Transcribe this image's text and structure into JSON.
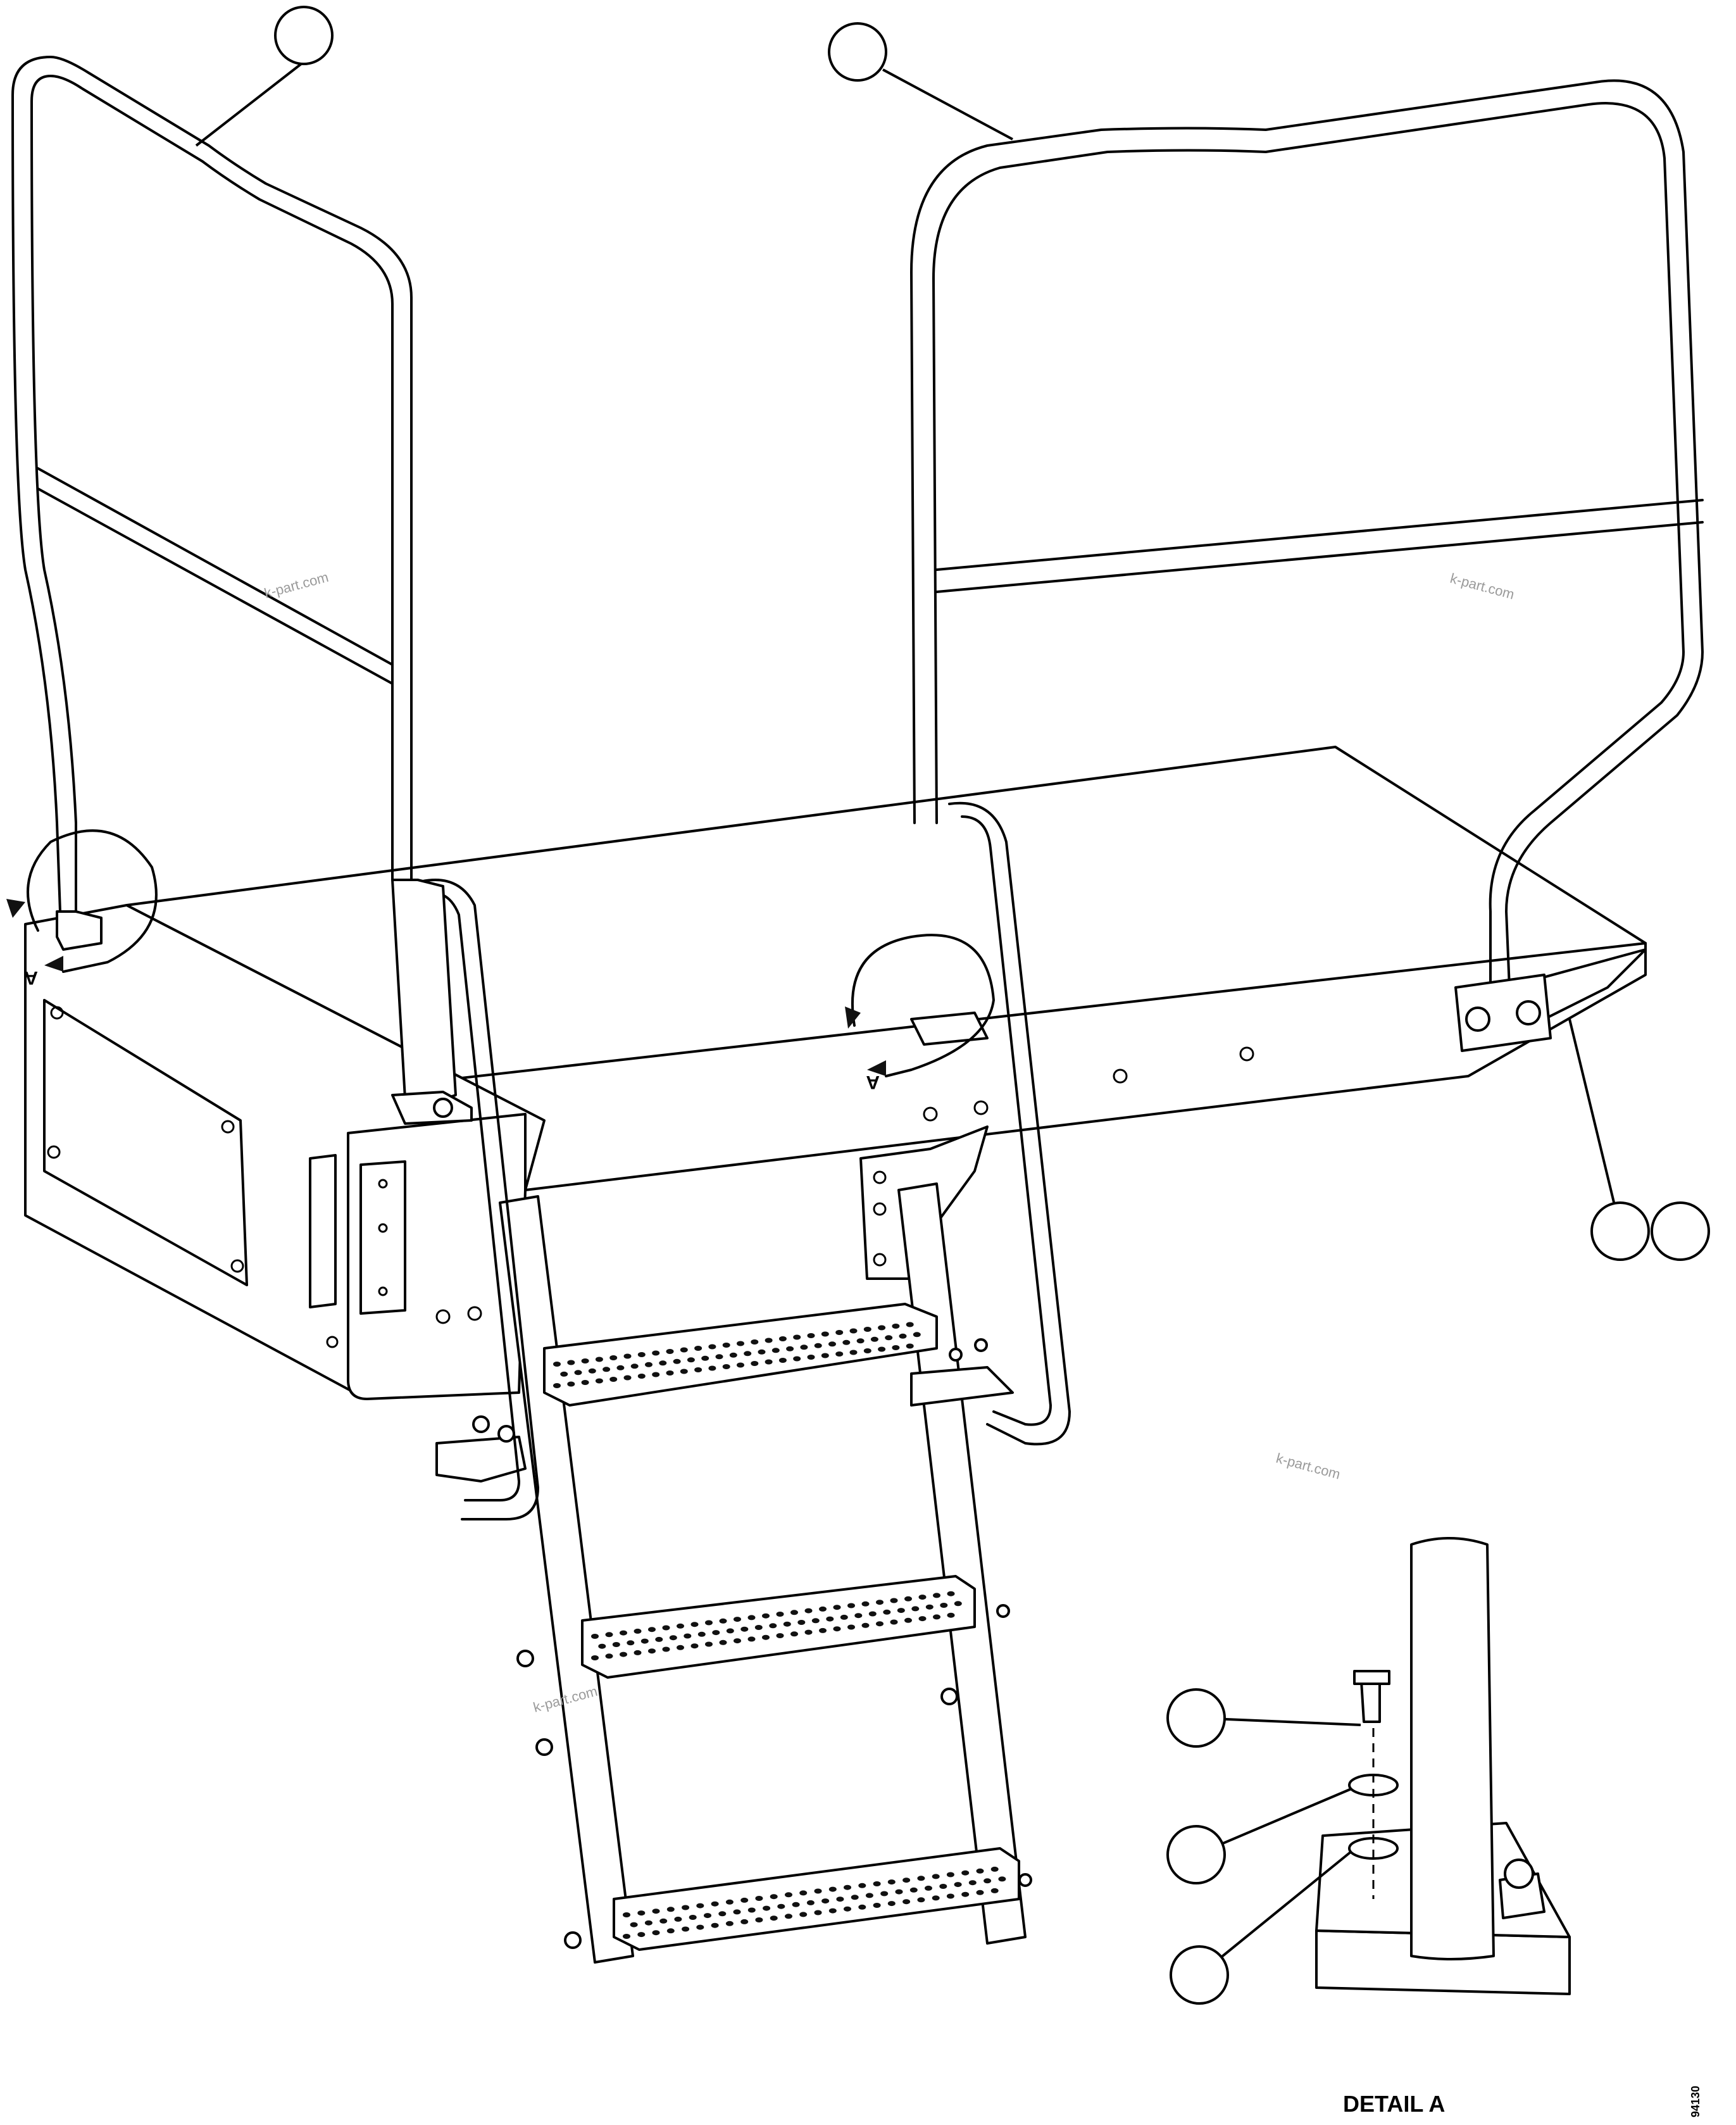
{
  "labels": {
    "detail_title": "DETAIL A",
    "figure_number": "94130",
    "view_marker_left": "A",
    "view_marker_center": "A"
  },
  "watermarks": [
    "k-part.com",
    "k-part.com",
    "k-part.com",
    "k-part.com"
  ],
  "callouts": [
    "",
    "",
    "",
    "",
    "",
    "",
    ""
  ]
}
